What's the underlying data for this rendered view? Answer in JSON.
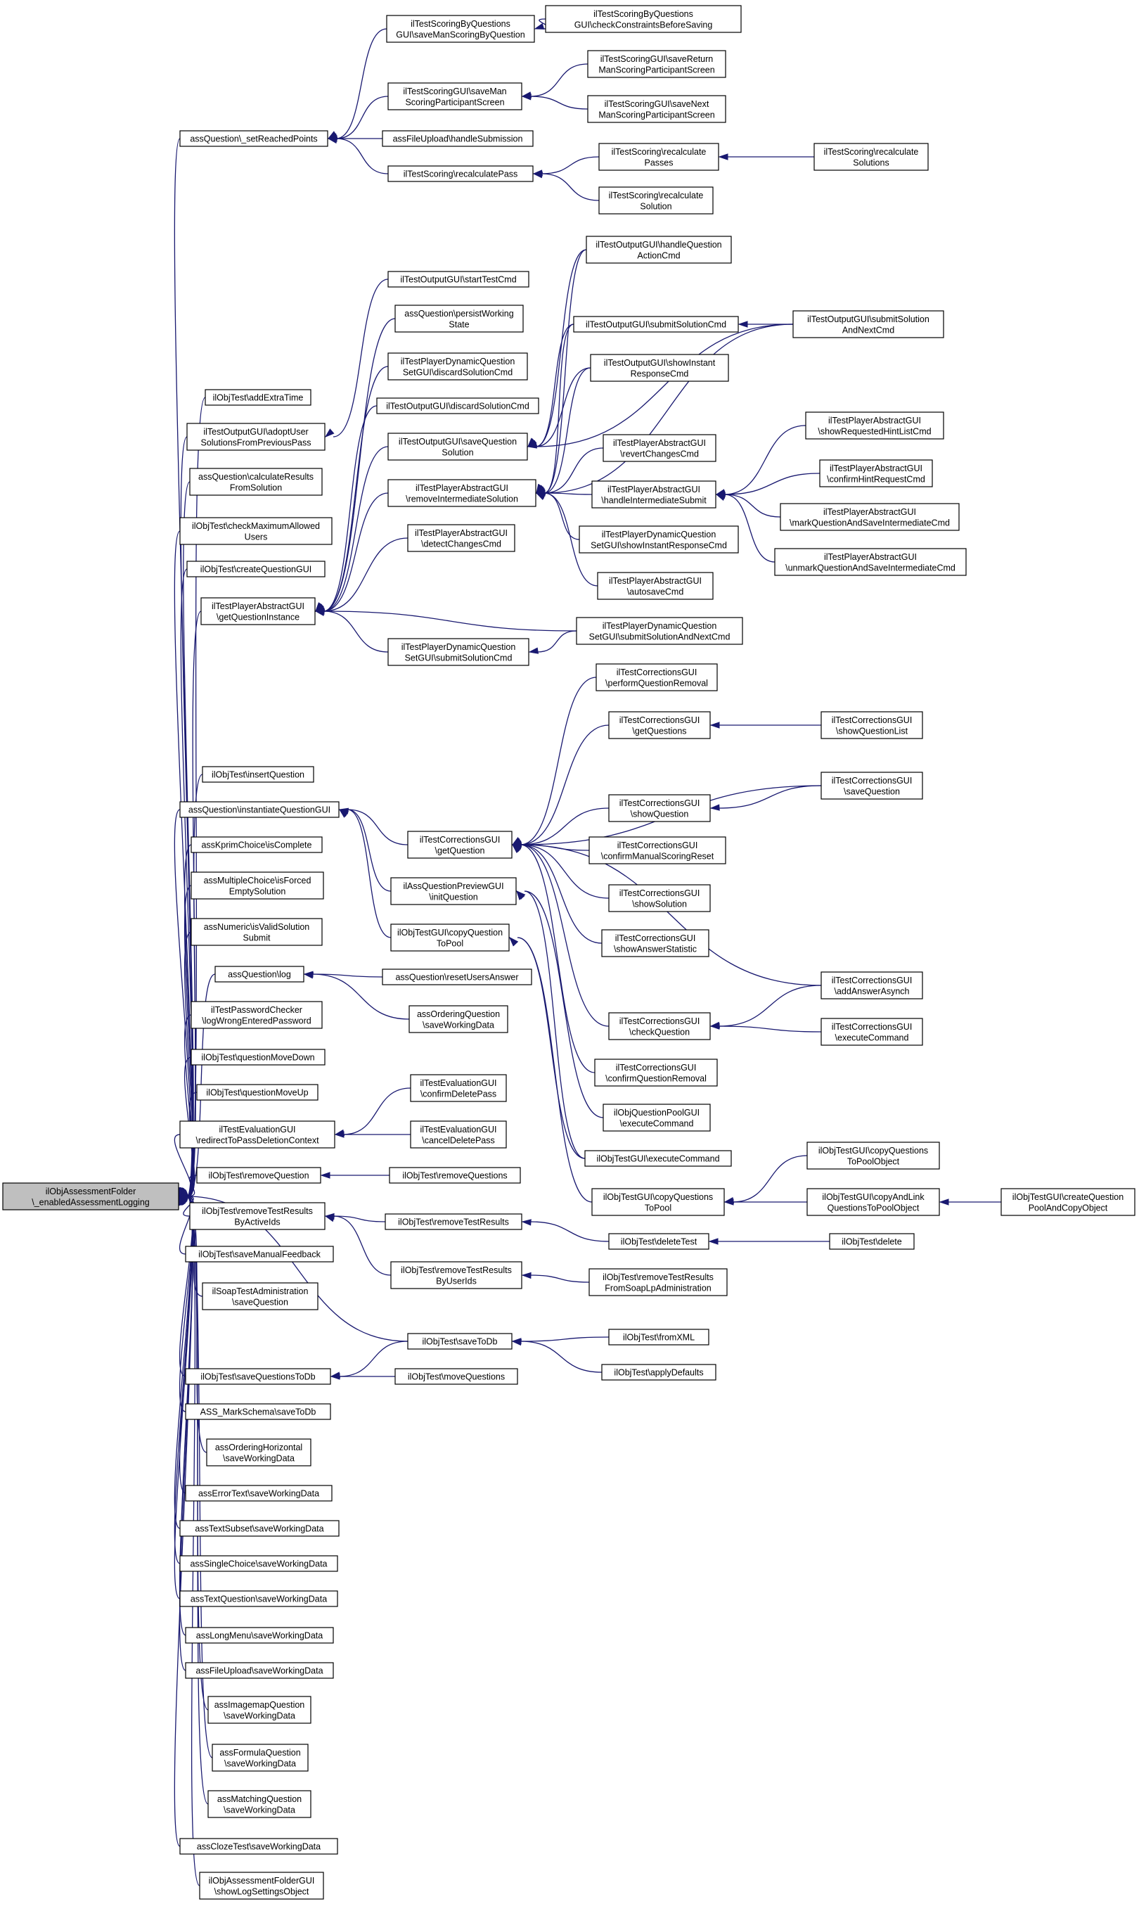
{
  "colors": {
    "edge": "#191970",
    "node_fill": "#ffffff",
    "root_fill": "#bfbfbf",
    "border": "#000000"
  },
  "nodes": {
    "root": [
      "ilObjAssessmentFolder",
      "\\_enabledAssessmentLogging"
    ],
    "setReached": [
      "assQuestion\\_setReachedPoints"
    ],
    "scoringByQ": [
      "ilTestScoringByQuestions",
      "GUI\\saveManScoringByQuestion"
    ],
    "checkConstr": [
      "ilTestScoringByQuestions",
      "GUI\\checkConstraintsBeforeSaving"
    ],
    "saveManScoring": [
      "ilTestScoringGUI\\saveMan",
      "ScoringParticipantScreen"
    ],
    "saveReturn": [
      "ilTestScoringGUI\\saveReturn",
      "ManScoringParticipantScreen"
    ],
    "saveNext": [
      "ilTestScoringGUI\\saveNext",
      "ManScoringParticipantScreen"
    ],
    "fileUploadHandle": [
      "assFileUpload\\handleSubmission"
    ],
    "recalcPass": [
      "ilTestScoring\\recalculatePass"
    ],
    "recalcPasses": [
      "ilTestScoring\\recalculate",
      "Passes"
    ],
    "recalcSolutions": [
      "ilTestScoring\\recalculate",
      "Solutions"
    ],
    "recalcSolution": [
      "ilTestScoring\\recalculate",
      "Solution"
    ],
    "handleQAction": [
      "ilTestOutputGUI\\handleQuestion",
      "ActionCmd"
    ],
    "startTest": [
      "ilTestOutputGUI\\startTestCmd"
    ],
    "persistWorking": [
      "assQuestion\\persistWorking",
      "State"
    ],
    "submitSolutionCmd": [
      "ilTestOutputGUI\\submitSolutionCmd"
    ],
    "submitSolutionNext": [
      "ilTestOutputGUI\\submitSolution",
      "AndNextCmd"
    ],
    "dynDiscard": [
      "ilTestPlayerDynamicQuestion",
      "SetGUI\\discardSolutionCmd"
    ],
    "showInstant": [
      "ilTestOutputGUI\\showInstant",
      "ResponseCmd"
    ],
    "outDiscard": [
      "ilTestOutputGUI\\discardSolutionCmd"
    ],
    "addExtraTime": [
      "ilObjTest\\addExtraTime"
    ],
    "saveQSolution": [
      "ilTestOutputGUI\\saveQuestion",
      "Solution"
    ],
    "revertChanges": [
      "ilTestPlayerAbstractGUI",
      "\\revertChangesCmd"
    ],
    "adoptUser": [
      "ilTestOutputGUI\\adoptUser",
      "SolutionsFromPreviousPass"
    ],
    "showReqHint": [
      "ilTestPlayerAbstractGUI",
      "\\showRequestedHintListCmd"
    ],
    "removeInter": [
      "ilTestPlayerAbstractGUI",
      "\\removeIntermediateSolution"
    ],
    "handleInter": [
      "ilTestPlayerAbstractGUI",
      "\\handleIntermediateSubmit"
    ],
    "confirmHint": [
      "ilTestPlayerAbstractGUI",
      "\\confirmHintRequestCmd"
    ],
    "calcResults": [
      "assQuestion\\calculateResults",
      "FromSolution"
    ],
    "markQ": [
      "ilTestPlayerAbstractGUI",
      "\\markQuestionAndSaveIntermediateCmd"
    ],
    "dynShowInstant": [
      "ilTestPlayerDynamicQuestion",
      "SetGUI\\showInstantResponseCmd"
    ],
    "checkMaxUsers": [
      "ilObjTest\\checkMaximumAllowed",
      "Users"
    ],
    "unmarkQ": [
      "ilTestPlayerAbstractGUI",
      "\\unmarkQuestionAndSaveIntermediateCmd"
    ],
    "detectChanges": [
      "ilTestPlayerAbstractGUI",
      "\\detectChangesCmd"
    ],
    "createQGUI": [
      "ilObjTest\\createQuestionGUI"
    ],
    "autosave": [
      "ilTestPlayerAbstractGUI",
      "\\autosaveCmd"
    ],
    "getQInstance": [
      "ilTestPlayerAbstractGUI",
      "\\getQuestionInstance"
    ],
    "dynSubmitNext": [
      "ilTestPlayerDynamicQuestion",
      "SetGUI\\submitSolutionAndNextCmd"
    ],
    "dynSubmit": [
      "ilTestPlayerDynamicQuestion",
      "SetGUI\\submitSolutionCmd"
    ],
    "perfQRemoval": [
      "ilTestCorrectionsGUI",
      "\\performQuestionRemoval"
    ],
    "corrGetQuestions": [
      "ilTestCorrectionsGUI",
      "\\getQuestions"
    ],
    "corrShowQList": [
      "ilTestCorrectionsGUI",
      "\\showQuestionList"
    ],
    "insertQ": [
      "ilObjTest\\insertQuestion"
    ],
    "corrSaveQ": [
      "ilTestCorrectionsGUI",
      "\\saveQuestion"
    ],
    "instQGUI": [
      "assQuestion\\instantiateQuestionGUI"
    ],
    "corrShowQ": [
      "ilTestCorrectionsGUI",
      "\\showQuestion"
    ],
    "corrGetQ": [
      "ilTestCorrectionsGUI",
      "\\getQuestion"
    ],
    "kprim": [
      "assKprimChoice\\isComplete"
    ],
    "corrConfirmReset": [
      "ilTestCorrectionsGUI",
      "\\confirmManualScoringReset"
    ],
    "previewInit": [
      "ilAssQuestionPreviewGUI",
      "\\initQuestion"
    ],
    "multiChoice": [
      "assMultipleChoice\\isForced",
      "EmptySolution"
    ],
    "corrShowSol": [
      "ilTestCorrectionsGUI",
      "\\showSolution"
    ],
    "numeric": [
      "assNumeric\\isValidSolution",
      "Submit"
    ],
    "copyQToPool": [
      "ilObjTestGUI\\copyQuestion",
      "ToPool"
    ],
    "corrShowStat": [
      "ilTestCorrectionsGUI",
      "\\showAnswerStatistic"
    ],
    "qLog": [
      "assQuestion\\log"
    ],
    "resetUsersAns": [
      "assQuestion\\resetUsersAnswer"
    ],
    "corrAddAns": [
      "ilTestCorrectionsGUI",
      "\\addAnswerAsynch"
    ],
    "pwdChecker": [
      "ilTestPasswordChecker",
      "\\logWrongEnteredPassword"
    ],
    "orderingSave": [
      "assOrderingQuestion",
      "\\saveWorkingData"
    ],
    "corrCheckQ": [
      "ilTestCorrectionsGUI",
      "\\checkQuestion"
    ],
    "corrExec": [
      "ilTestCorrectionsGUI",
      "\\executeCommand"
    ],
    "qMoveDown": [
      "ilObjTest\\questionMoveDown"
    ],
    "corrConfirmRemoval": [
      "ilTestCorrectionsGUI",
      "\\confirmQuestionRemoval"
    ],
    "qMoveUp": [
      "ilObjTest\\questionMoveUp"
    ],
    "evalConfirmDel": [
      "ilTestEvaluationGUI",
      "\\confirmDeletePass"
    ],
    "poolExec": [
      "ilObjQuestionPoolGUI",
      "\\executeCommand"
    ],
    "evalRedirect": [
      "ilTestEvaluationGUI",
      "\\redirectToPassDeletionContext"
    ],
    "evalCancelDel": [
      "ilTestEvaluationGUI",
      "\\cancelDeletePass"
    ],
    "testGUIExec": [
      "ilObjTestGUI\\executeCommand"
    ],
    "copyQsToPoolObj": [
      "ilObjTestGUI\\copyQuestions",
      "ToPoolObject"
    ],
    "removeQuestion": [
      "ilObjTest\\removeQuestion"
    ],
    "removeQuestions": [
      "ilObjTest\\removeQuestions"
    ],
    "copyQsToPool": [
      "ilObjTestGUI\\copyQuestions",
      "ToPool"
    ],
    "copyAndLink": [
      "ilObjTestGUI\\copyAndLink",
      "QuestionsToPoolObject"
    ],
    "createQPool": [
      "ilObjTestGUI\\createQuestion",
      "PoolAndCopyObject"
    ],
    "removeTRByActive": [
      "ilObjTest\\removeTestResults",
      "ByActiveIds"
    ],
    "removeTR": [
      "ilObjTest\\removeTestResults"
    ],
    "deleteTest": [
      "ilObjTest\\deleteTest"
    ],
    "delete": [
      "ilObjTest\\delete"
    ],
    "saveManFeedback": [
      "ilObjTest\\saveManualFeedback"
    ],
    "removeTRByUser": [
      "ilObjTest\\removeTestResults",
      "ByUserIds"
    ],
    "removeTRSoap": [
      "ilObjTest\\removeTestResults",
      "FromSoapLpAdministration"
    ],
    "soapSaveQ": [
      "ilSoapTestAdministration",
      "\\saveQuestion"
    ],
    "saveToDb": [
      "ilObjTest\\saveToDb"
    ],
    "fromXML": [
      "ilObjTest\\fromXML"
    ],
    "saveQsToDb": [
      "ilObjTest\\saveQuestionsToDb"
    ],
    "moveQuestions": [
      "ilObjTest\\moveQuestions"
    ],
    "applyDefaults": [
      "ilObjTest\\applyDefaults"
    ],
    "markSchema": [
      "ASS_MarkSchema\\saveToDb"
    ],
    "orderingHoriz": [
      "assOrderingHorizontal",
      "\\saveWorkingData"
    ],
    "errorText": [
      "assErrorText\\saveWorkingData"
    ],
    "textSubset": [
      "assTextSubset\\saveWorkingData"
    ],
    "singleChoice": [
      "assSingleChoice\\saveWorkingData"
    ],
    "textQuestion": [
      "assTextQuestion\\saveWorkingData"
    ],
    "longMenu": [
      "assLongMenu\\saveWorkingData"
    ],
    "fileUploadSave": [
      "assFileUpload\\saveWorkingData"
    ],
    "imagemap": [
      "assImagemapQuestion",
      "\\saveWorkingData"
    ],
    "formula": [
      "assFormulaQuestion",
      "\\saveWorkingData"
    ],
    "matching": [
      "assMatchingQuestion",
      "\\saveWorkingData"
    ],
    "cloze": [
      "assClozeTest\\saveWorkingData"
    ],
    "logSettings": [
      "ilObjAssessmentFolderGUI",
      "\\showLogSettingsObject"
    ]
  }
}
